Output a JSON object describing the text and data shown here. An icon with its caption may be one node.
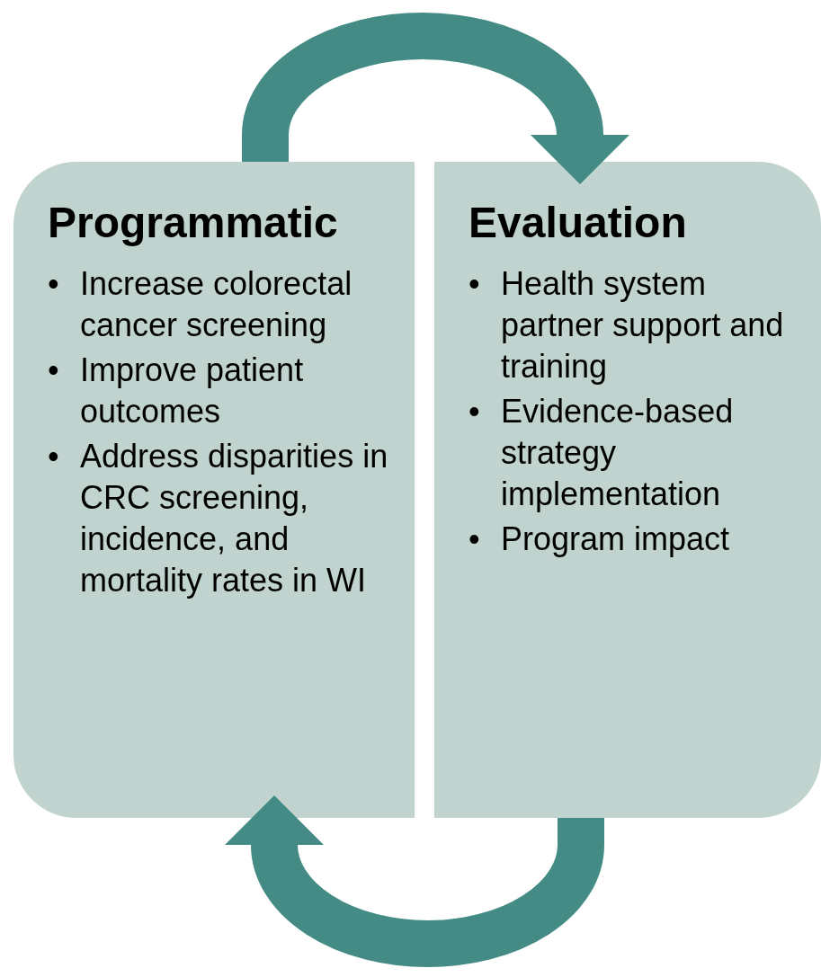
{
  "diagram": {
    "nodes": [
      {
        "text": [
          "Programmatic",
          "•",
          "Increase colorectal cancer screening",
          "•",
          "Improve patient outcomes",
          "•",
          "Address disparities in CRC screening, incidence, and mortality rates in WI"
        ]
      },
      {
        "text": [
          "Evaluation",
          "•",
          "Health system partner support and training",
          "•",
          "Evidence-based strategy implementation",
          "•",
          "Program impact"
        ]
      }
    ],
    "edges": [
      {
        "from": 0,
        "to": 1,
        "arrow": "to"
      },
      {
        "from": 1,
        "to": 0,
        "arrow": "to"
      }
    ]
  }
}
